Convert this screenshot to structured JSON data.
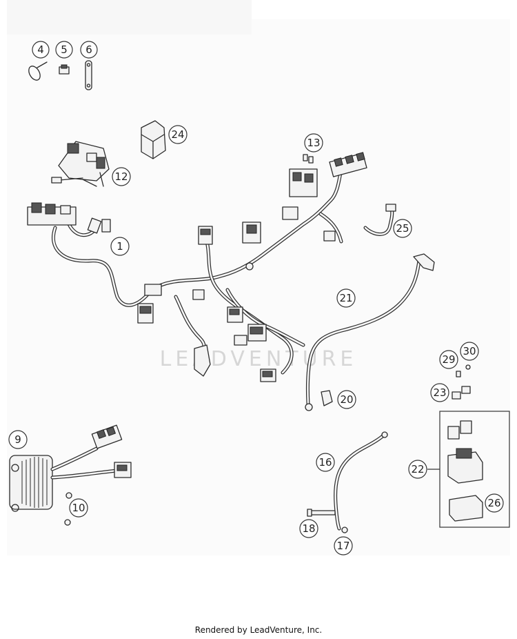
{
  "watermark": "LEADVENTURE",
  "footer": "Rendered by LeadVenture, Inc.",
  "callouts": {
    "c1": "1",
    "c4": "4",
    "c5": "5",
    "c6": "6",
    "c9": "9",
    "c10": "10",
    "c12": "12",
    "c13": "13",
    "c16": "16",
    "c17": "17",
    "c18": "18",
    "c20": "20",
    "c21": "21",
    "c22": "22",
    "c23": "23",
    "c24": "24",
    "c25": "25",
    "c26": "26",
    "c29": "29",
    "c30": "30"
  }
}
